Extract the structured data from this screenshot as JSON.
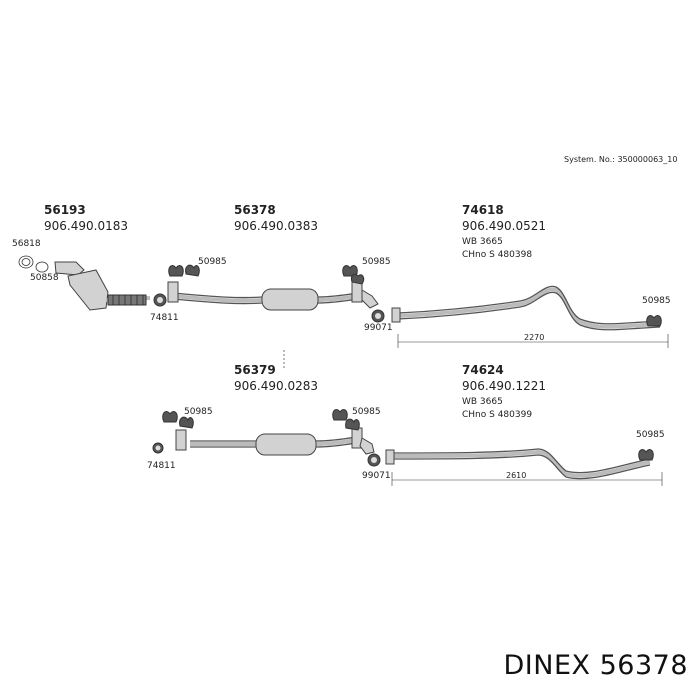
{
  "system_no": "System. No.: 350000063_10",
  "assemblies": {
    "cat": {
      "part_no": "56193",
      "oe_no": "906.490.0183"
    },
    "mid_top": {
      "part_no": "56378",
      "oe_no": "906.490.0383"
    },
    "rear_top": {
      "part_no": "74618",
      "oe_no": "906.490.0521",
      "wb": "WB 3665",
      "ch": "CHno S 480398"
    },
    "mid_bottom": {
      "part_no": "56379",
      "oe_no": "906.490.0283"
    },
    "rear_bottom": {
      "part_no": "74624",
      "oe_no": "906.490.1221",
      "wb": "WB 3665",
      "ch": "CHno S 480399"
    }
  },
  "labels": {
    "ring": "56818",
    "clamp_cat": "50858",
    "hanger": "50985",
    "clamp_front": "74811",
    "clamp_rear": "99071"
  },
  "dimensions": {
    "top": "2270",
    "bottom": "2610"
  },
  "footer": {
    "brand": "DINEX 56378"
  }
}
